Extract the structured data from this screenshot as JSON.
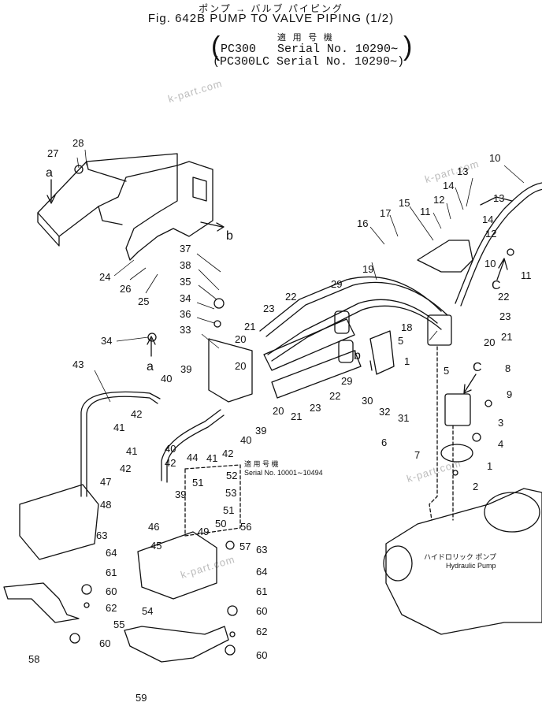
{
  "header": {
    "title_jp": "ポンプ → バルブ パイピング",
    "title": "Fig. 642B PUMP TO VALVE PIPING (1/2)",
    "applicability_label": "適 用 号 機",
    "models": [
      {
        "model": "PC300",
        "serial": "Serial No. 10290∼"
      },
      {
        "model": "(PC300LC",
        "serial": "Serial No. 10290∼)"
      }
    ]
  },
  "watermark": "k-part.com",
  "serial_note": {
    "label": "適 用 号 機",
    "serial": "Serial No. 10001∼10494"
  },
  "pump_label": {
    "jp": "ハイドロリック ポンプ",
    "en": "Hydraulic Pump"
  },
  "callouts": {
    "c1": "1",
    "c2": "2",
    "c3": "3",
    "c4": "4",
    "c5": "5",
    "c6": "6",
    "c7": "7",
    "c8": "8",
    "c9": "9",
    "c10": "10",
    "c11": "11",
    "c12": "12",
    "c13": "13",
    "c14": "14",
    "c15": "15",
    "c16": "16",
    "c17": "17",
    "c18": "18",
    "c19": "19",
    "c20": "20",
    "c21": "21",
    "c22": "22",
    "c23": "23",
    "c24": "24",
    "c25": "25",
    "c26": "26",
    "c27": "27",
    "c28": "28",
    "c29": "29",
    "c30": "30",
    "c31": "31",
    "c32": "32",
    "c33": "33",
    "c34": "34",
    "c35": "35",
    "c36": "36",
    "c37": "37",
    "c38": "38",
    "c39": "39",
    "c40": "40",
    "c41": "41",
    "c42": "42",
    "c43": "43",
    "c44": "44",
    "c45": "45",
    "c46": "46",
    "c47": "47",
    "c48": "48",
    "c49": "49",
    "c50": "50",
    "c51": "51",
    "c52": "52",
    "c53": "53",
    "c54": "54",
    "c55": "55",
    "c56": "56",
    "c57": "57",
    "c58": "58",
    "c59": "59",
    "c60": "60",
    "c61": "61",
    "c62": "62",
    "c63": "63",
    "c64": "64"
  },
  "refs": {
    "a": "a",
    "b": "b",
    "c": "C"
  }
}
